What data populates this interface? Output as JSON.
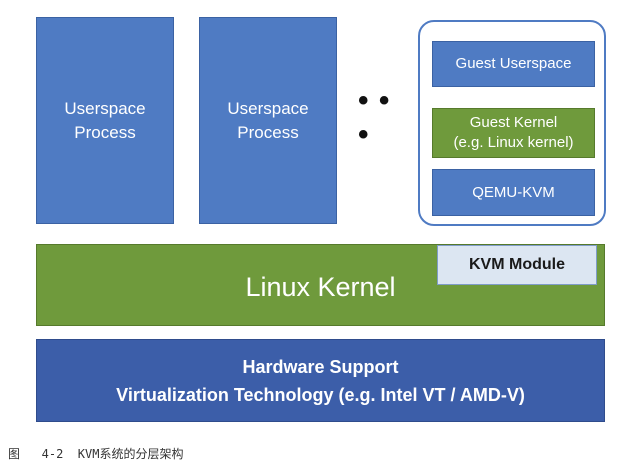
{
  "diagram": {
    "userspace_process_1": "Userspace\nProcess",
    "userspace_process_2": "Userspace\nProcess",
    "ellipsis": "• • •",
    "guest": {
      "userspace": "Guest Userspace",
      "kernel": "Guest Kernel\n(e.g. Linux kernel)",
      "qemu": "QEMU-KVM"
    },
    "linux_kernel": "Linux Kernel",
    "kvm_module": "KVM Module",
    "hardware": "Hardware Support\nVirtualization Technology (e.g. Intel VT / AMD-V)"
  },
  "caption": "图   4-2  KVM系统的分层架构",
  "colors": {
    "blue": "#4f7bc3",
    "green": "#6f9a3c",
    "dark_blue": "#3c5ea9",
    "light_blue": "#dce6f2"
  }
}
